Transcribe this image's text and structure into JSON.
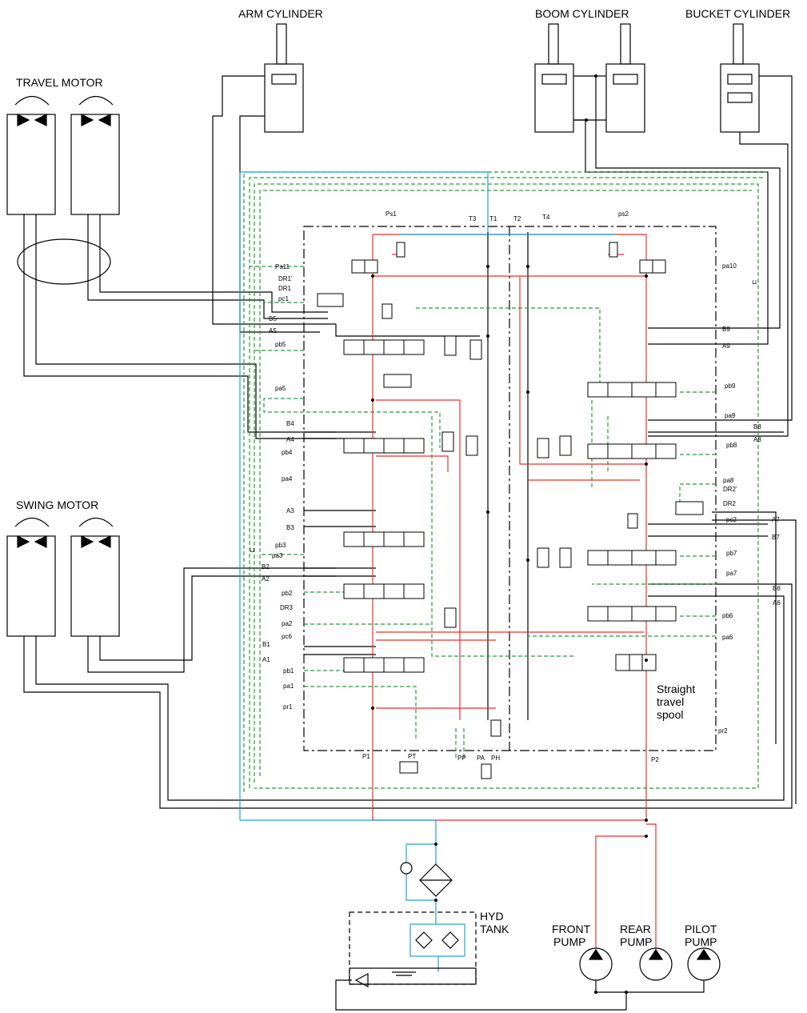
{
  "components": {
    "arm_cylinder": "ARM CYLINDER",
    "boom_cylinder": "BOOM CYLINDER",
    "bucket_cylinder": "BUCKET CYLINDER",
    "travel_motor": "TRAVEL MOTOR",
    "swing_motor": "SWING MOTOR",
    "hyd_tank": [
      "HYD",
      "TANK"
    ],
    "front_pump": [
      "FRONT",
      "PUMP"
    ],
    "rear_pump": [
      "REAR",
      "PUMP"
    ],
    "pilot_pump": [
      "PILOT",
      "PUMP"
    ],
    "straight_travel_spool": [
      "Straight",
      "travel",
      "spool"
    ]
  },
  "ports_left": {
    "pa11": "Pa11",
    "dr1p": "DR1'",
    "dr1": "DR1",
    "pc1": "pc1",
    "b5": "B5",
    "a5": "A5",
    "pb5": "pb5",
    "pa5": "pa5",
    "b4": "B4",
    "a4": "A4",
    "pb4": "pb4",
    "pa4": "pa4",
    "a3": "A3",
    "b3": "B3",
    "pb3": "pb3",
    "pa3": "pa3",
    "b2": "B2",
    "a2": "A2",
    "pb2": "pb2",
    "dr3": "DR3",
    "pa2": "pa2",
    "pc6": "pc6",
    "b1": "B1",
    "a1": "A1",
    "pb1": "pb1",
    "pa1": "pa1",
    "pr1": "pr1"
  },
  "ports_right": {
    "pa10": "pa10",
    "b9": "B9",
    "a9": "A9",
    "pb9": "pb9",
    "pa9": "pa9",
    "b8": "B8",
    "a8": "A8",
    "pb8": "pb8",
    "pa8": "pa8",
    "dr2p": "DR2'",
    "dr2": "DR2",
    "pc2": "pc2",
    "a7": "A7",
    "b7": "B7",
    "pb7": "pb7",
    "pa7": "pa7",
    "b6": "B6",
    "a6": "A6",
    "pb6": "pb6",
    "pa6": "pa6",
    "pr2": "pr2"
  },
  "ports_top": {
    "ps1": "Ps1",
    "t3": "T3",
    "t1": "T1",
    "t2": "T2",
    "t4": "T4",
    "ps2": "ps2"
  },
  "ports_bottom": {
    "p1": "P1",
    "pt": "PT",
    "pp": "PP",
    "pa": "PA",
    "ph": "PH",
    "p2": "P2"
  },
  "line_colors": {
    "pressure": "#e8322c",
    "return": "#1aa3d9",
    "pilot": "#2a9a3a",
    "work": "#000000"
  }
}
